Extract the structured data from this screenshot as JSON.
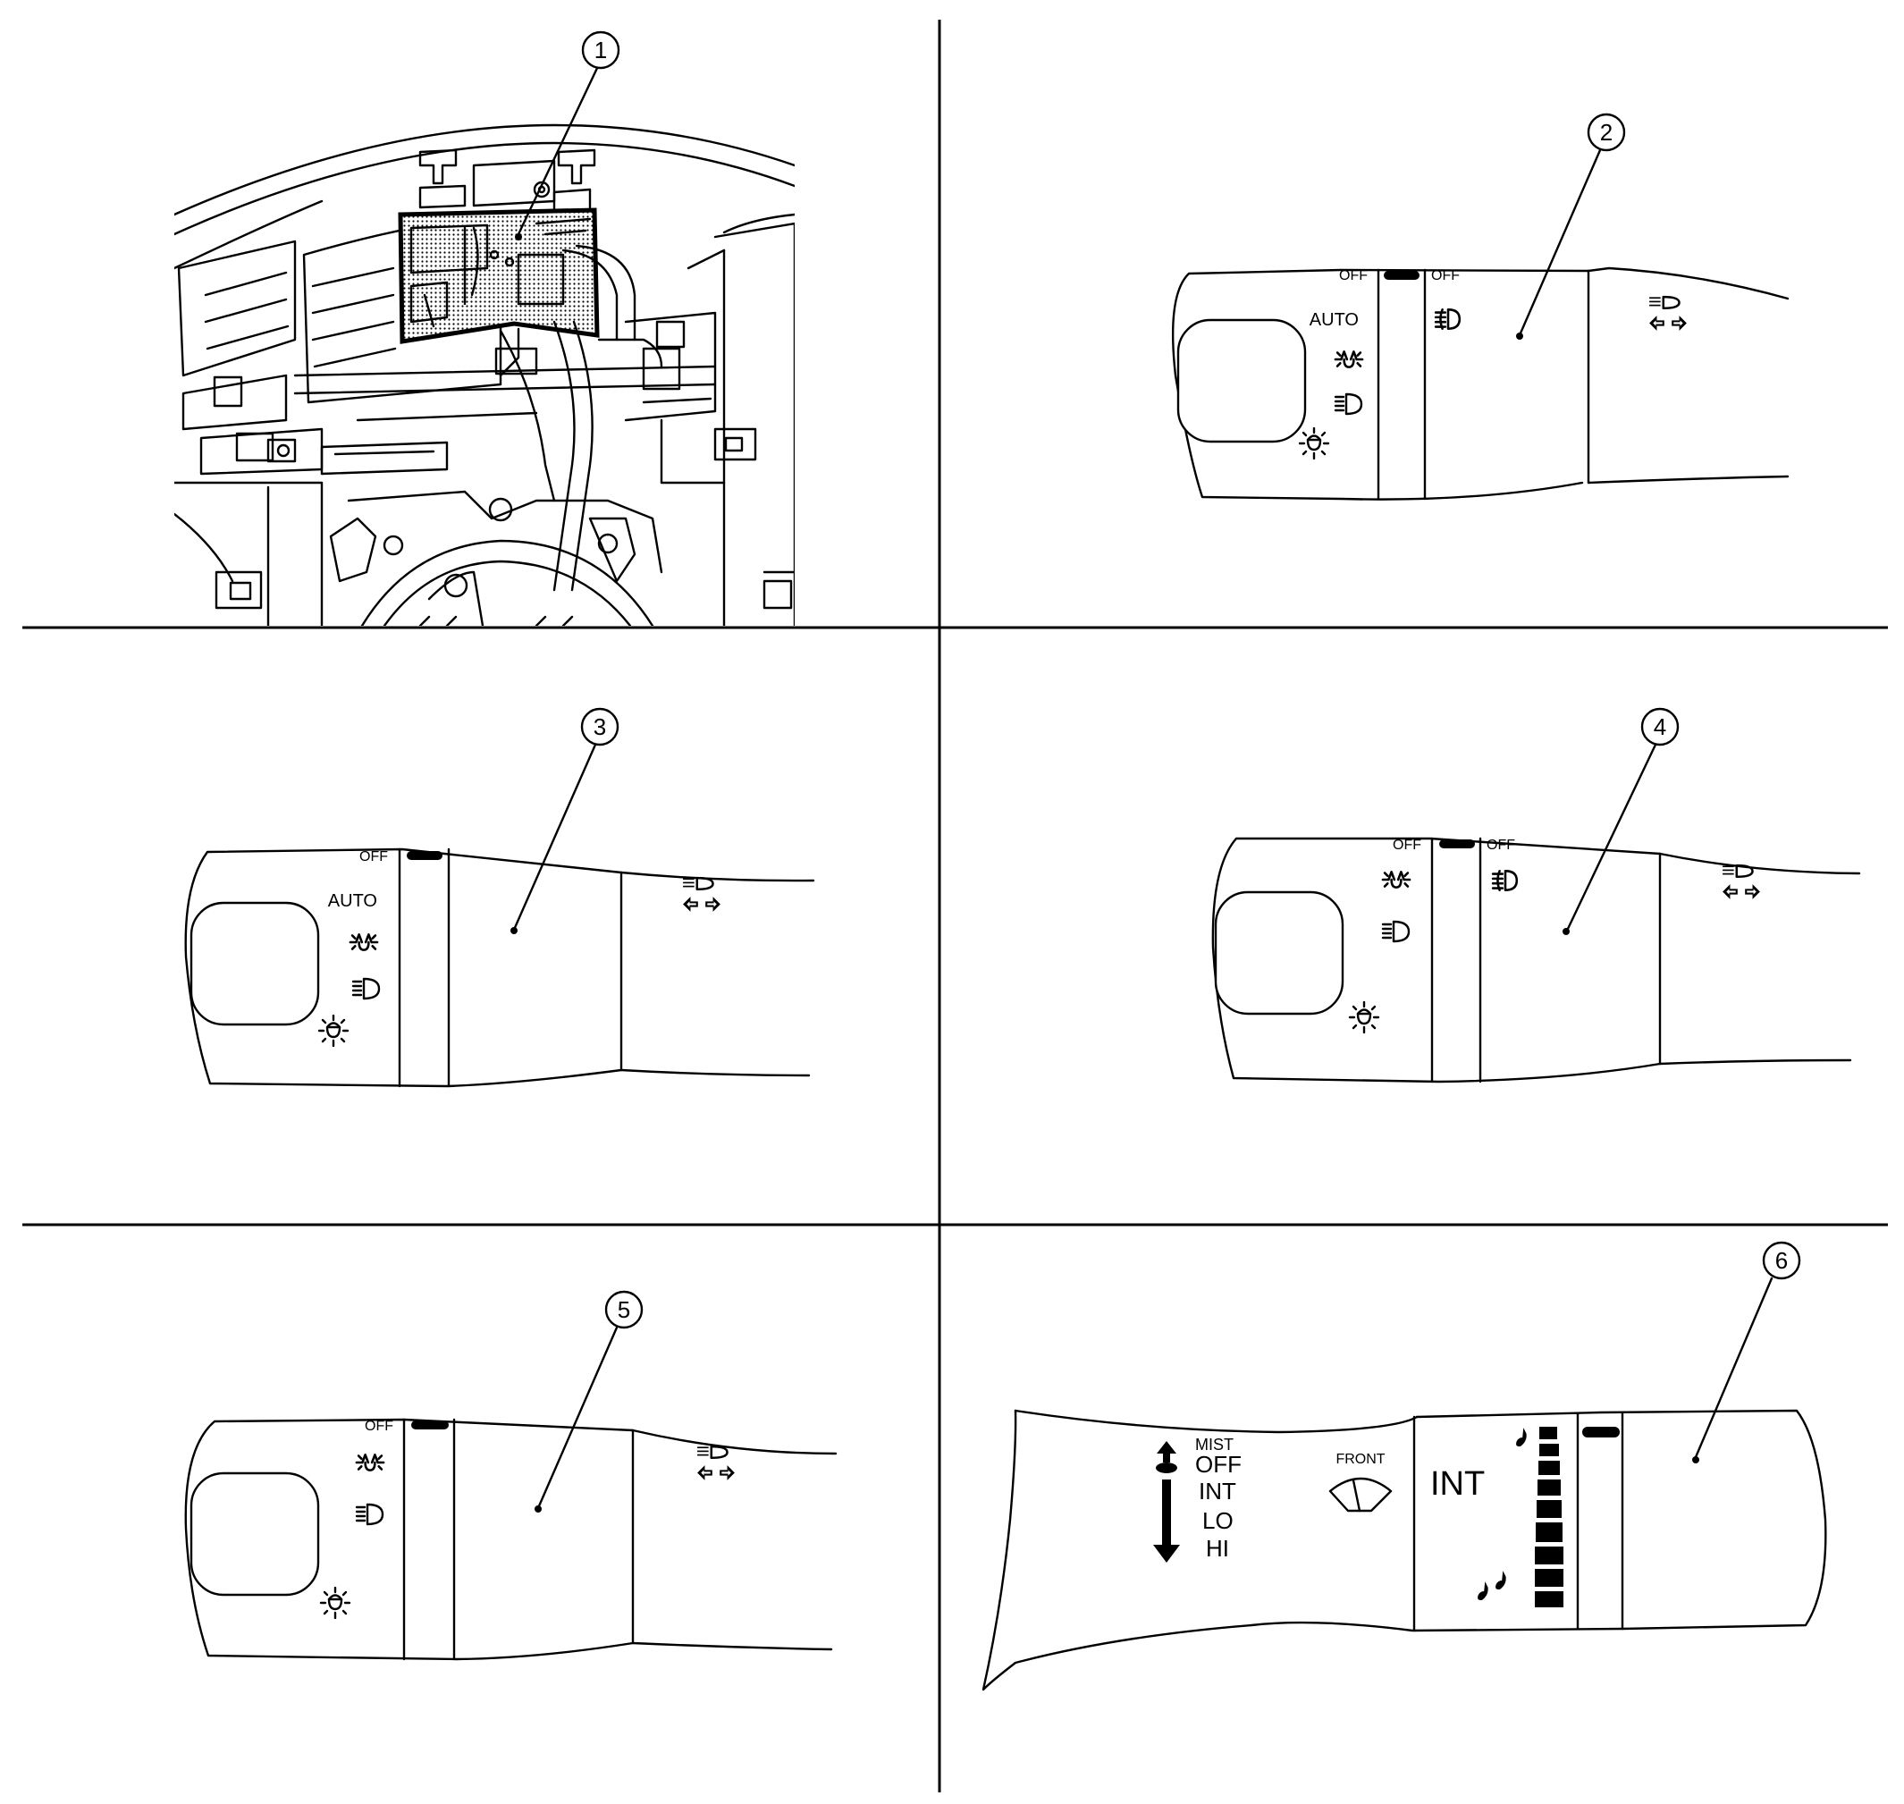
{
  "callouts": [
    "1",
    "2",
    "3",
    "4",
    "5",
    "6"
  ],
  "light_switch": {
    "off": "OFF",
    "auto": "AUTO",
    "fog_off": "OFF"
  },
  "wiper_switch": {
    "mist": "MIST",
    "off": "OFF",
    "int": "INT",
    "lo": "LO",
    "hi": "HI",
    "front": "FRONT",
    "int_big": "INT"
  },
  "icons": [
    "parking-light-icon",
    "headlight-icon",
    "auto-light-sensor-icon",
    "front-fog-icon",
    "high-beam-icon",
    "turn-signal-icon",
    "washer-mist-icon",
    "front-wiper-icon",
    "rain-drop-icon"
  ]
}
